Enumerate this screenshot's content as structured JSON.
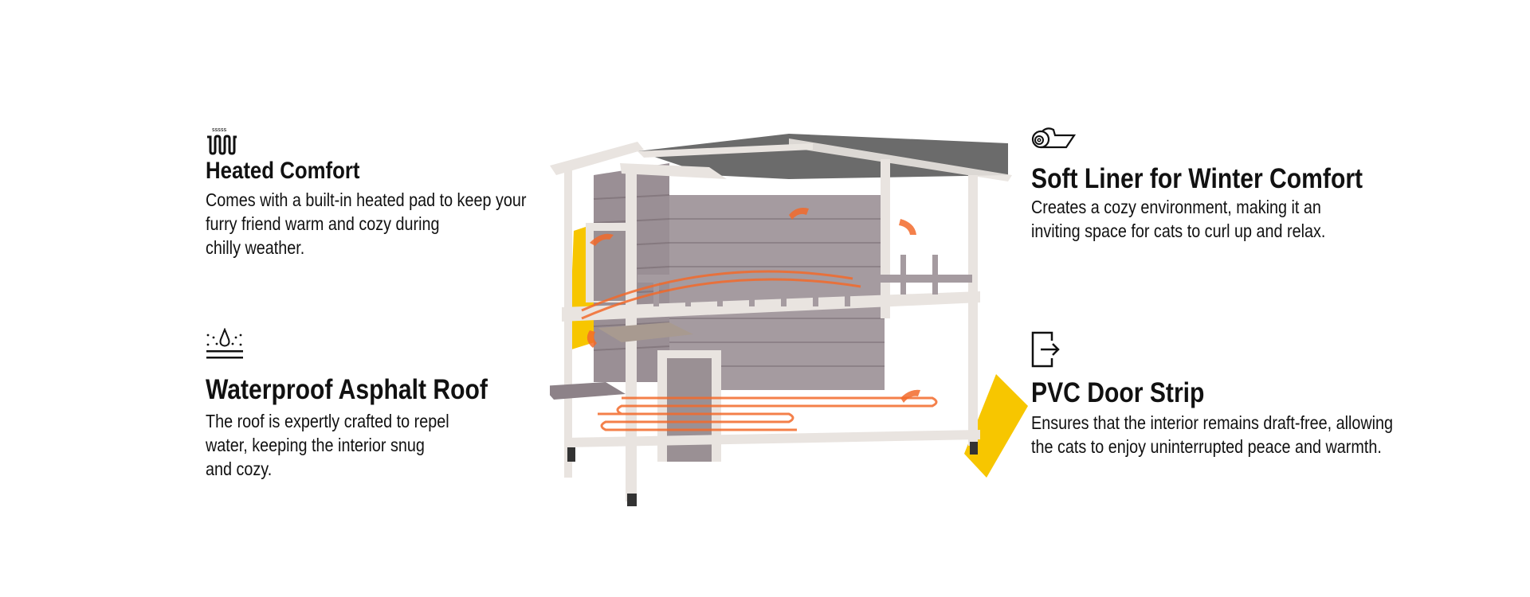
{
  "features": [
    {
      "icon": "heating-coil-icon",
      "title": "Heated Comfort",
      "body": "Comes with a built-in heated pad to keep your\nfurry friend warm and cozy during\nchilly weather."
    },
    {
      "icon": "waterproof-drop-icon",
      "title": "Waterproof Asphalt Roof",
      "body": "The roof is expertly crafted to repel\nwater, keeping the interior snug\nand cozy."
    },
    {
      "icon": "rolled-mat-icon",
      "title": "Soft Liner for Winter Comfort",
      "body": "Creates a cozy environment, making it an\ninviting space for cats to curl up and relax."
    },
    {
      "icon": "door-exit-icon",
      "title": "PVC Door Strip",
      "body": "Ensures that the interior remains draft-free, allowing\nthe cats to enjoy uninterrupted peace and warmth."
    }
  ],
  "colors": {
    "accent": "#F7C600",
    "heat": "#F26A2A",
    "wood": "#9A8F95",
    "trim": "#E9E4E0",
    "roof": "#6B6B6B"
  }
}
